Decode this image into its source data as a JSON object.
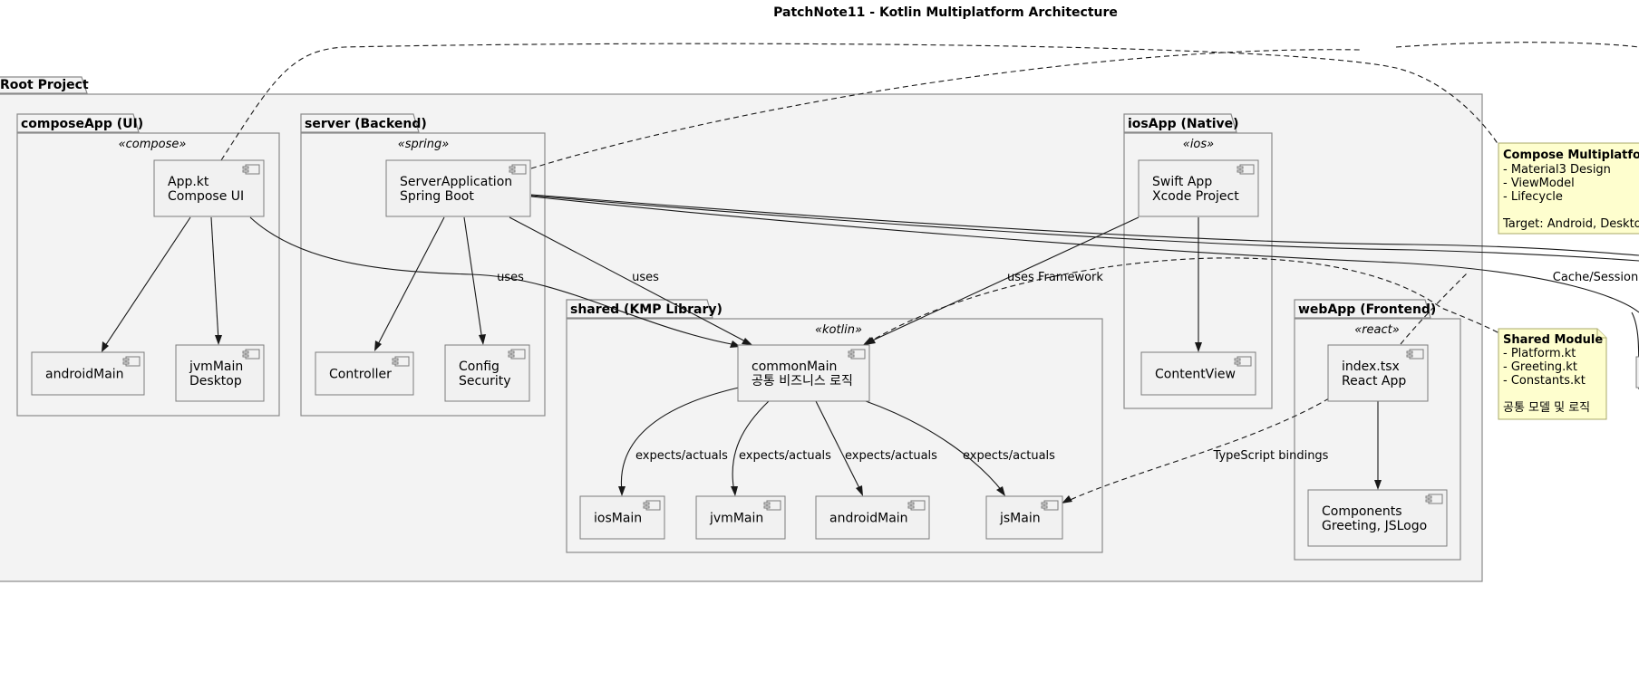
{
  "title": "PatchNote11 - Kotlin Multiplatform Architecture",
  "packages": {
    "root": {
      "label": "Root Project"
    },
    "composeApp": {
      "label": "composeApp (UI)",
      "stereotype": "«compose»"
    },
    "server": {
      "label": "server (Backend)",
      "stereotype": "«spring»"
    },
    "shared": {
      "label": "shared (KMP Library)",
      "stereotype": "«kotlin»"
    },
    "iosApp": {
      "label": "iosApp (Native)",
      "stereotype": "«ios»"
    },
    "webApp": {
      "label": "webApp (Frontend)",
      "stereotype": "«react»"
    }
  },
  "components": {
    "app_kt": {
      "lines": [
        "App.kt",
        "Compose UI"
      ]
    },
    "compose_android": {
      "lines": [
        "androidMain"
      ]
    },
    "compose_jvm": {
      "lines": [
        "jvmMain",
        "Desktop"
      ]
    },
    "server_app": {
      "lines": [
        "ServerApplication",
        "Spring Boot"
      ]
    },
    "controller": {
      "lines": [
        "Controller"
      ]
    },
    "config": {
      "lines": [
        "Config",
        "Security"
      ]
    },
    "common_main": {
      "lines": [
        "commonMain",
        "공통 비즈니스 로직"
      ]
    },
    "ios_main": {
      "lines": [
        "iosMain"
      ]
    },
    "shared_jvm": {
      "lines": [
        "jvmMain"
      ]
    },
    "shared_android": {
      "lines": [
        "androidMain"
      ]
    },
    "js_main": {
      "lines": [
        "jsMain"
      ]
    },
    "swift_app": {
      "lines": [
        "Swift App",
        "Xcode Project"
      ]
    },
    "content_view": {
      "lines": [
        "ContentView"
      ]
    },
    "index_tsx": {
      "lines": [
        "index.tsx",
        "React App"
      ]
    },
    "components": {
      "lines": [
        "Components",
        "Greeting, JSLogo"
      ]
    }
  },
  "edge_labels": {
    "uses_1": "uses",
    "uses_2": "uses",
    "uses_framework": "uses Framework",
    "expects_1": "expects/actuals",
    "expects_2": "expects/actuals",
    "expects_3": "expects/actuals",
    "expects_4": "expects/actuals",
    "typescript": "TypeScript bindings",
    "cache_session": "Cache/Session"
  },
  "notes": {
    "compose_mp": {
      "title": "Compose Multiplatform",
      "lines": [
        "- Material3 Design",
        "- ViewModel",
        "- Lifecycle",
        "",
        "Target: Android, Desktop"
      ]
    },
    "shared_module": {
      "title": "Shared Module",
      "lines": [
        "- Platform.kt",
        "- Greeting.kt",
        "- Constants.kt",
        "",
        "공통 모델 및 로직"
      ]
    }
  },
  "colors": {
    "package_fill": "#f3f3f3",
    "component_fill": "#f1f1f1",
    "note_fill": "#fefece",
    "line": "#181818"
  }
}
